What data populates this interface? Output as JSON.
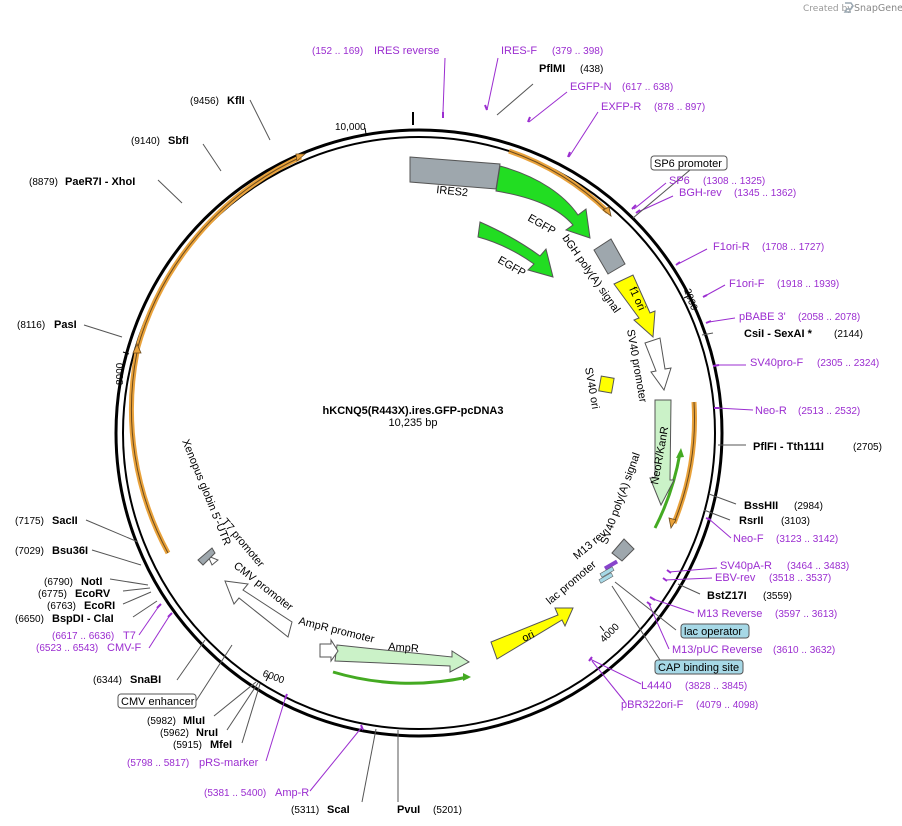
{
  "header": {
    "created_by": "Created by",
    "brand": "SnapGene"
  },
  "map": {
    "name": "hKCNQ5(R443X).ires.GFP-pcDNA3",
    "length": "10,235 bp",
    "ticks": [
      "10,000",
      "2000",
      "4000",
      "6000",
      "8000"
    ]
  },
  "sites": [
    {
      "pos": "(438)",
      "name": "PflMI"
    },
    {
      "pos": "(2144)",
      "name": "CsiI  - SexAI *"
    },
    {
      "pos": "(2705)",
      "name": "PflFI  - Tth111I"
    },
    {
      "pos": "(2984)",
      "name": "BssHII"
    },
    {
      "pos": "(3103)",
      "name": "RsrII"
    },
    {
      "pos": "(3559)",
      "name": "BstZ17I"
    },
    {
      "pos": "(5201)",
      "name": "PvuI"
    },
    {
      "pos": "(5311)",
      "name": "ScaI"
    },
    {
      "pos": "(5915)",
      "name": "MfeI"
    },
    {
      "pos": "(5962)",
      "name": "NruI"
    },
    {
      "pos": "(5982)",
      "name": "MluI"
    },
    {
      "pos": "(6344)",
      "name": "SnaBI"
    },
    {
      "pos": "(6650)",
      "name": "BspDI  - ClaI"
    },
    {
      "pos": "(6763)",
      "name": "EcoRI"
    },
    {
      "pos": "(6775)",
      "name": "EcoRV"
    },
    {
      "pos": "(6790)",
      "name": "NotI"
    },
    {
      "pos": "(7029)",
      "name": "Bsu36I"
    },
    {
      "pos": "(7175)",
      "name": "SacII"
    },
    {
      "pos": "(8116)",
      "name": "PasI"
    },
    {
      "pos": "(8879)",
      "name": "PaeR7I  - XhoI"
    },
    {
      "pos": "(9140)",
      "name": "SbfI"
    },
    {
      "pos": "(9456)",
      "name": "KflI"
    }
  ],
  "primers": [
    {
      "range": "(152 .. 169)",
      "name": "IRES reverse"
    },
    {
      "range": "(379 .. 398)",
      "name": "IRES-F"
    },
    {
      "range": "(617 .. 638)",
      "name": "EGFP-N"
    },
    {
      "range": "(878 .. 897)",
      "name": "EXFP-R"
    },
    {
      "range": "(1308 .. 1325)",
      "name": "SP6"
    },
    {
      "range": "(1345 .. 1362)",
      "name": "BGH-rev"
    },
    {
      "range": "(1708 .. 1727)",
      "name": "F1ori-R"
    },
    {
      "range": "(1918 .. 1939)",
      "name": "F1ori-F"
    },
    {
      "range": "(2058 .. 2078)",
      "name": "pBABE 3'"
    },
    {
      "range": "(2305 .. 2324)",
      "name": "SV40pro-F"
    },
    {
      "range": "(2513 .. 2532)",
      "name": "Neo-R"
    },
    {
      "range": "(3123 .. 3142)",
      "name": "Neo-F"
    },
    {
      "range": "(3464 .. 3483)",
      "name": "SV40pA-R"
    },
    {
      "range": "(3518 .. 3537)",
      "name": "EBV-rev"
    },
    {
      "range": "(3597 .. 3613)",
      "name": "M13 Reverse"
    },
    {
      "range": "(3610 .. 3632)",
      "name": "M13/pUC Reverse"
    },
    {
      "range": "(3828 .. 3845)",
      "name": "L4440"
    },
    {
      "range": "(4079 .. 4098)",
      "name": "pBR322ori-F"
    },
    {
      "range": "(5381 .. 5400)",
      "name": "Amp-R"
    },
    {
      "range": "(5798 .. 5817)",
      "name": "pRS-marker"
    },
    {
      "range": "(6523 .. 6543)",
      "name": "CMV-F"
    },
    {
      "range": "(6617 .. 6636)",
      "name": "T7"
    }
  ],
  "boxed_features": [
    {
      "name": "SP6 promoter",
      "fill": "#ffffff"
    },
    {
      "name": "lac operator",
      "fill": "#a6d8e6"
    },
    {
      "name": "CAP binding site",
      "fill": "#a6d8e6"
    },
    {
      "name": "CMV enhancer",
      "fill": "#ffffff"
    }
  ],
  "features": [
    {
      "name": "IRES2",
      "color": "#9ea7ad"
    },
    {
      "name": "EGFP",
      "color": "#22dd22"
    },
    {
      "name": "EGFP",
      "color": "#22dd22"
    },
    {
      "name": "bGH poly(A) signal",
      "color": "#9ea7ad"
    },
    {
      "name": "f1 ori",
      "color": "#ffff00"
    },
    {
      "name": "SV40 promoter",
      "color": "#ffffff"
    },
    {
      "name": "SV40 ori",
      "color": "#ffff00"
    },
    {
      "name": "NeoR/KanR",
      "color": "#cbf2c8"
    },
    {
      "name": "SV40 poly(A) signal",
      "color": "#9ea7ad"
    },
    {
      "name": "M13 rev",
      "color": "#8844cc"
    },
    {
      "name": "lac promoter",
      "color": "#ffffff"
    },
    {
      "name": "ori",
      "color": "#ffff00"
    },
    {
      "name": "AmpR",
      "color": "#cbf2c8"
    },
    {
      "name": "AmpR promoter",
      "color": "#ffffff"
    },
    {
      "name": "CMV promoter",
      "color": "#ffffff"
    },
    {
      "name": "T7 promoter",
      "color": "#ffffff"
    },
    {
      "name": "Xenopus globin 5'-UTR",
      "color": "#9ea7ad"
    }
  ],
  "colors": {
    "primer": "#9b2dd0",
    "orf": "#e9a23b",
    "grey": "#9ea7ad"
  }
}
